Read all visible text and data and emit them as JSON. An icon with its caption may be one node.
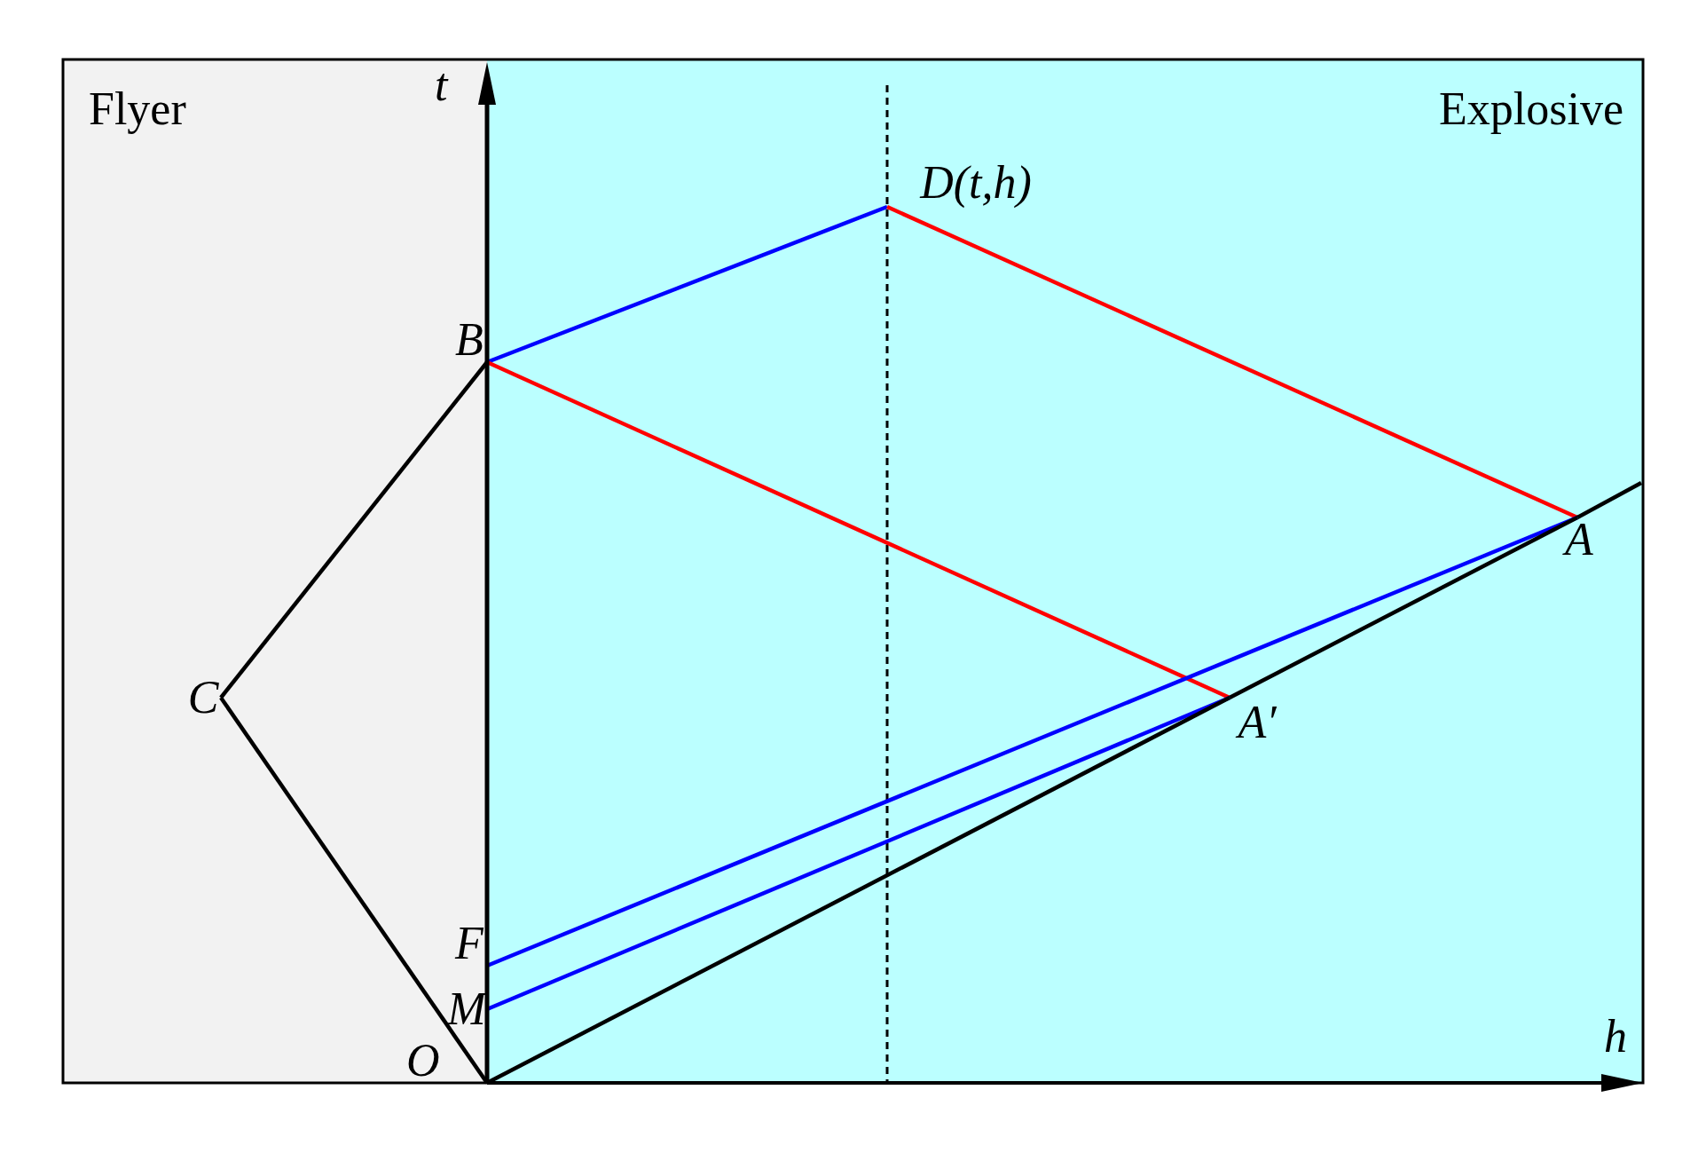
{
  "diagram": {
    "nodes": [
      {
        "text": [
          "D(t,h)"
        ]
      },
      {
        "text": [
          "B"
        ]
      },
      {
        "text": [
          "A"
        ]
      },
      {
        "text": [
          "C"
        ]
      },
      {
        "text": [
          "A′"
        ]
      },
      {
        "text": [
          "F"
        ]
      },
      {
        "text": [
          "M"
        ]
      },
      {
        "text": [
          "O"
        ]
      }
    ],
    "edges": [
      {
        "from": 1,
        "to": 0,
        "arrow": "none",
        "color": "#0000ff"
      },
      {
        "from": 0,
        "to": 2,
        "arrow": "none",
        "color": "#ff0000"
      },
      {
        "from": 1,
        "to": 4,
        "arrow": "none",
        "color": "#ff0000"
      },
      {
        "from": 5,
        "to": 2,
        "arrow": "none",
        "color": "#0000ff"
      },
      {
        "from": 6,
        "to": 4,
        "arrow": "none",
        "color": "#0000ff"
      },
      {
        "from": 7,
        "to": 3,
        "arrow": "none"
      },
      {
        "from": 3,
        "to": 1,
        "arrow": "none"
      },
      {
        "from": 7,
        "to": 4,
        "arrow": "none"
      },
      {
        "from": 4,
        "to": 2,
        "arrow": "none"
      },
      {
        "from": 2,
        "to": null,
        "arrow": "none"
      }
    ],
    "labels": [
      "t",
      "Flyer",
      "Explosive",
      "h"
    ]
  }
}
